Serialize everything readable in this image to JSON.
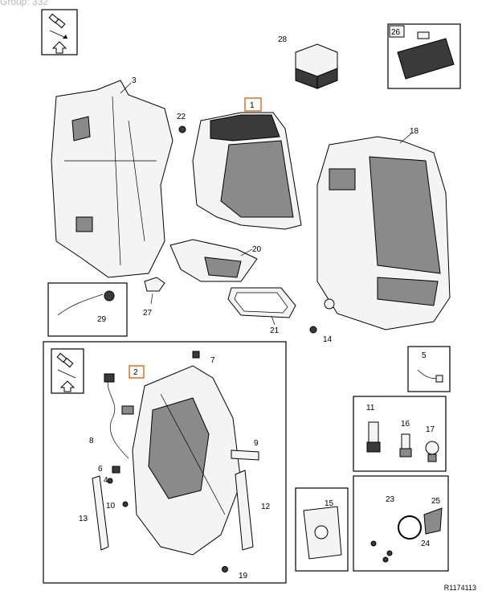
{
  "header_text": "Group: 332",
  "reference_code": "R1174113",
  "callouts": {
    "c1": "1",
    "c2": "2",
    "c3": "3",
    "c4": "4",
    "c5": "5",
    "c6": "6",
    "c7": "7",
    "c8": "8",
    "c9": "9",
    "c10": "10",
    "c11": "11",
    "c12": "12",
    "c13": "13",
    "c14": "14",
    "c15": "15",
    "c16": "16",
    "c17": "17",
    "c18": "18",
    "c19": "19",
    "c20": "20",
    "c21": "21",
    "c22": "22",
    "c23": "23",
    "c24": "24",
    "c25": "25",
    "c26": "26",
    "c27": "27",
    "c28": "28",
    "c29": "29"
  },
  "highlight_color": "#e0701e",
  "icons": [
    "swap-arrows-icon",
    "up-arrow-icon"
  ]
}
